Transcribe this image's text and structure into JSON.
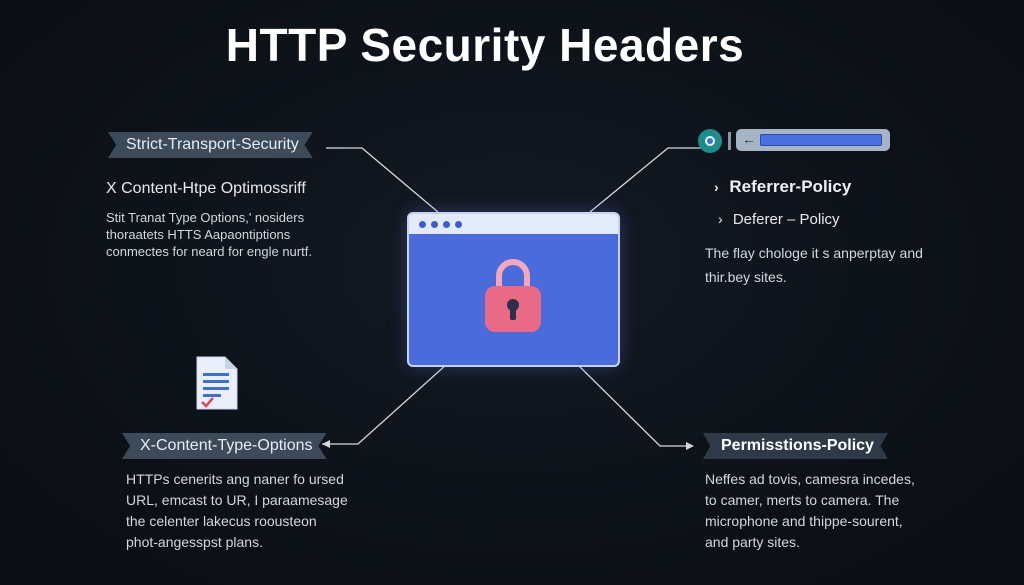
{
  "title": "HTTP Security Headers",
  "top_left": {
    "ribbon": "Strict-Transport-Security",
    "heading": "X Content-Htpe Optimossriff",
    "lines": [
      "Stit Tranat Type Options,' nosiders",
      "thoraatets HTTS Aapaontiptions",
      "conmectes for neard for engle nurtf."
    ]
  },
  "top_right": {
    "heading_1": "Referrer-Policy",
    "heading_2": "Deferer – Policy",
    "lines": [
      "The flay chologe it s anperptay and",
      "thir.bey sites."
    ],
    "arrow_1": "›",
    "arrow_2": "›",
    "back_arrow": "←"
  },
  "bottom_left": {
    "ribbon": "X-Content-Type-Options",
    "lines": [
      "HTTPs cenerits ang naner fo ursed",
      "URL, emcast to UR, I paraamesage",
      "the celenter lakecus roousteon",
      "phot-angesspst plans."
    ]
  },
  "bottom_right": {
    "ribbon": "Permisstions-Policy",
    "lines": [
      "Neffes ad tovis, camesra incedes,",
      "to camer, merts to camera. The",
      "microphone and thippe-sourent,",
      "and party sites."
    ]
  },
  "icons": {
    "lock": "padlock-icon",
    "document": "document-check-icon",
    "badge": "chrome-badge-icon"
  },
  "colors": {
    "background": "#0d1118",
    "browser_fill": "#4a6bdc",
    "lock": "#e86a84",
    "ribbon": "#3d4a5a"
  }
}
